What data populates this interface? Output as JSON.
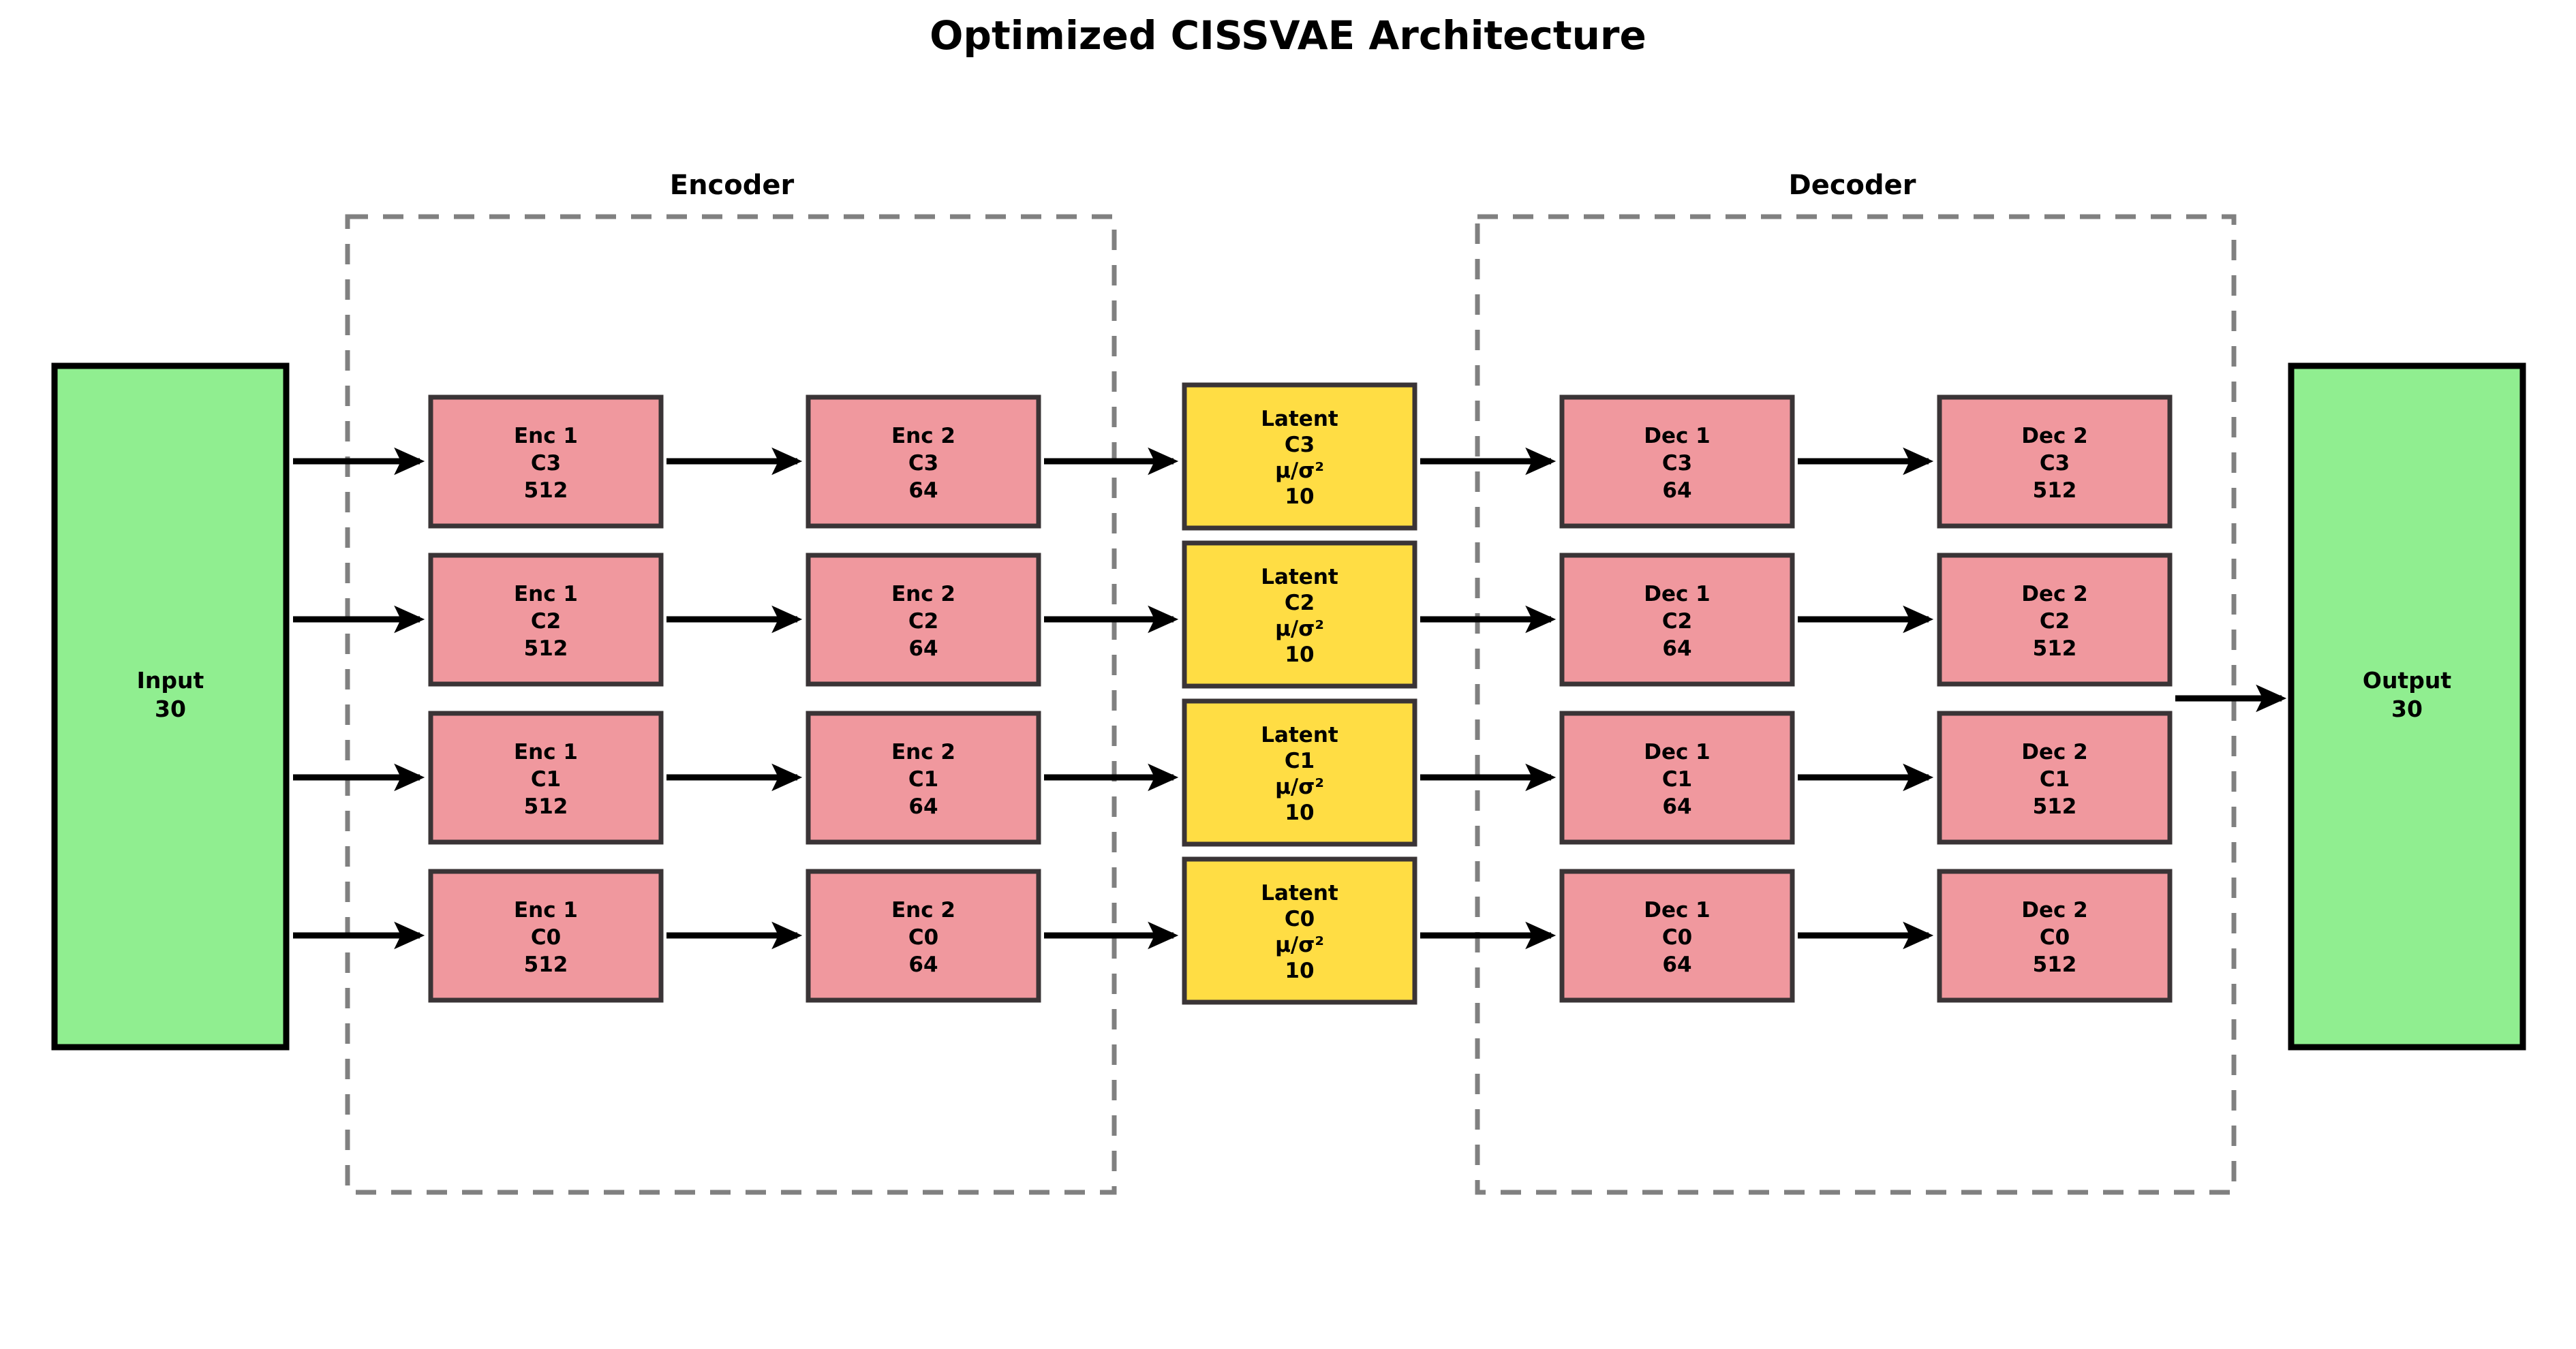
{
  "figure": {
    "title": "Optimized CISSVAE Architecture",
    "background": "#ffffff"
  },
  "colors": {
    "layer_fill": "#F0989E",
    "latent_fill": "#FFDD44",
    "io_fill": "#90EE90",
    "node_border": "#3a3436",
    "io_border": "#000000",
    "group_border": "#808080",
    "arrow": "#000000"
  },
  "groups": [
    {
      "id": "encoder",
      "label": "Encoder"
    },
    {
      "id": "decoder",
      "label": "Decoder"
    }
  ],
  "io": {
    "input": {
      "label": "Input",
      "dim": "30"
    },
    "output": {
      "label": "Output",
      "dim": "30"
    }
  },
  "clusters": [
    "C3",
    "C2",
    "C1",
    "C0"
  ],
  "chart_data": {
    "type": "diagram",
    "title": "Optimized CISSVAE Architecture",
    "columns": [
      "Input",
      "Enc 1",
      "Enc 2",
      "Latent",
      "Dec 1",
      "Dec 2",
      "Output"
    ],
    "rows": [
      {
        "cluster": "C3",
        "enc1": {
          "name": "Enc 1",
          "cluster": "C3",
          "dim": "512"
        },
        "enc2": {
          "name": "Enc 2",
          "cluster": "C3",
          "dim": "64"
        },
        "latent": {
          "name": "Latent",
          "cluster": "C3",
          "param": "μ/σ²",
          "dim": "10"
        },
        "dec1": {
          "name": "Dec 1",
          "cluster": "C3",
          "dim": "64"
        },
        "dec2": {
          "name": "Dec 2",
          "cluster": "C3",
          "dim": "512"
        }
      },
      {
        "cluster": "C2",
        "enc1": {
          "name": "Enc 1",
          "cluster": "C2",
          "dim": "512"
        },
        "enc2": {
          "name": "Enc 2",
          "cluster": "C2",
          "dim": "64"
        },
        "latent": {
          "name": "Latent",
          "cluster": "C2",
          "param": "μ/σ²",
          "dim": "10"
        },
        "dec1": {
          "name": "Dec 1",
          "cluster": "C2",
          "dim": "64"
        },
        "dec2": {
          "name": "Dec 2",
          "cluster": "C2",
          "dim": "512"
        }
      },
      {
        "cluster": "C1",
        "enc1": {
          "name": "Enc 1",
          "cluster": "C1",
          "dim": "512"
        },
        "enc2": {
          "name": "Enc 2",
          "cluster": "C1",
          "dim": "64"
        },
        "latent": {
          "name": "Latent",
          "cluster": "C1",
          "param": "μ/σ²",
          "dim": "10"
        },
        "dec1": {
          "name": "Dec 1",
          "cluster": "C1",
          "dim": "64"
        },
        "dec2": {
          "name": "Dec 2",
          "cluster": "C1",
          "dim": "512"
        }
      },
      {
        "cluster": "C0",
        "enc1": {
          "name": "Enc 1",
          "cluster": "C0",
          "dim": "512"
        },
        "enc2": {
          "name": "Enc 2",
          "cluster": "C0",
          "dim": "64"
        },
        "latent": {
          "name": "Latent",
          "cluster": "C0",
          "param": "μ/σ²",
          "dim": "10"
        },
        "dec1": {
          "name": "Dec 1",
          "cluster": "C0",
          "dim": "64"
        },
        "dec2": {
          "name": "Dec 2",
          "cluster": "C0",
          "dim": "512"
        }
      }
    ],
    "input_node": {
      "name": "Input",
      "dim": "30"
    },
    "output_node": {
      "name": "Output",
      "dim": "30"
    },
    "group_boxes": [
      "Encoder",
      "Decoder"
    ]
  }
}
